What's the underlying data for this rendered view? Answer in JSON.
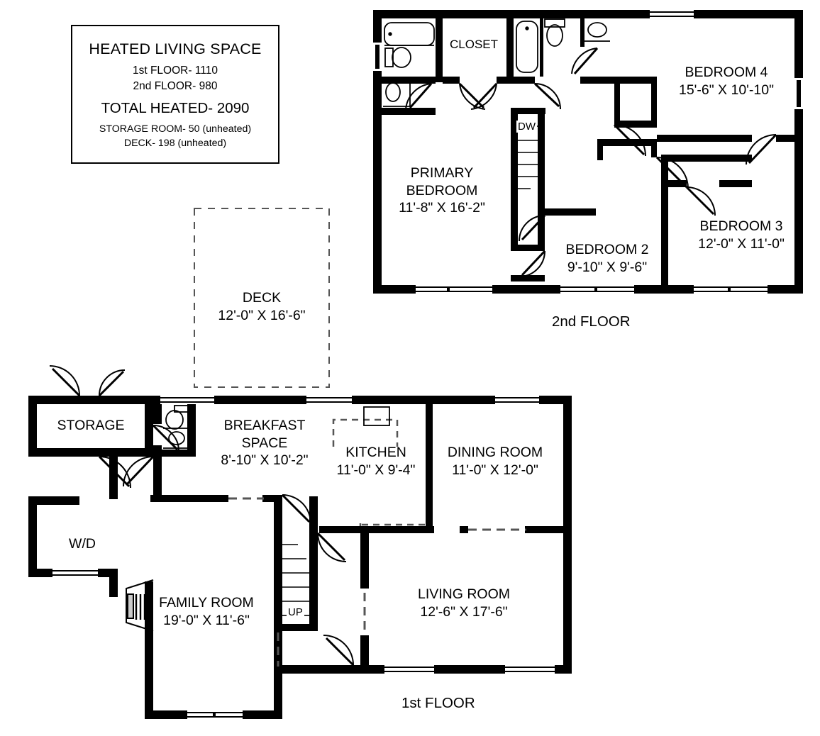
{
  "legend": {
    "title": "HEATED LIVING SPACE",
    "line1": "1st FLOOR- 1110",
    "line2": "2nd FLOOR- 980",
    "total": "TOTAL HEATED- 2090",
    "note1": "STORAGE ROOM- 50 (unheated)",
    "note2": "DECK- 198 (unheated)"
  },
  "captions": {
    "second_floor": "2nd FLOOR",
    "first_floor": "1st FLOOR"
  },
  "second_floor": {
    "rooms": [
      {
        "name": "CLOSET",
        "dims": ""
      },
      {
        "name": "BEDROOM 4",
        "dims": "15'-6\" X 10'-10\""
      },
      {
        "name": "BEDROOM 3",
        "dims": "12'-0\" X 11'-0\""
      },
      {
        "name": "PRIMARY",
        "name2": "BEDROOM",
        "dims": "11'-8\" X 16'-2\""
      },
      {
        "name": "BEDROOM 2",
        "dims": "9'-10\" X 9'-6\""
      }
    ],
    "primary_bedroom_name_line1": "PRIMARY",
    "primary_bedroom_name_line2": "BEDROOM",
    "primary_bedroom_dims": "11'-8\" X 16'-2\"",
    "closet_label": "CLOSET",
    "bedroom4_name": "BEDROOM 4",
    "bedroom4_dims": "15'-6\" X 10'-10\"",
    "bedroom3_name": "BEDROOM 3",
    "bedroom3_dims": "12'-0\" X 11'-0\"",
    "bedroom2_name": "BEDROOM 2",
    "bedroom2_dims": "9'-10\" X 9'-6\"",
    "dw_label": "DW"
  },
  "deck": {
    "name": "DECK",
    "dims": "12'-0\" X 16'-6\""
  },
  "first_floor": {
    "storage_label": "STORAGE",
    "wd_label": "W/D",
    "breakfast_name_line1": "BREAKFAST",
    "breakfast_name_line2": "SPACE",
    "breakfast_dims": "8'-10\" X 10'-2\"",
    "kitchen_name": "KITCHEN",
    "kitchen_dims": "11'-0\" X 9'-4\"",
    "dining_name": "DINING ROOM",
    "dining_dims": "11'-0\" X 12'-0\"",
    "living_name": "LIVING ROOM",
    "living_dims": "12'-6\" X 17'-6\"",
    "family_name": "FAMILY ROOM",
    "family_dims": "19'-0\" X 11'-6\"",
    "up_label": "UP"
  },
  "colors": {
    "wall": "#000000",
    "background": "#ffffff",
    "fixture_stroke": "#000000"
  }
}
